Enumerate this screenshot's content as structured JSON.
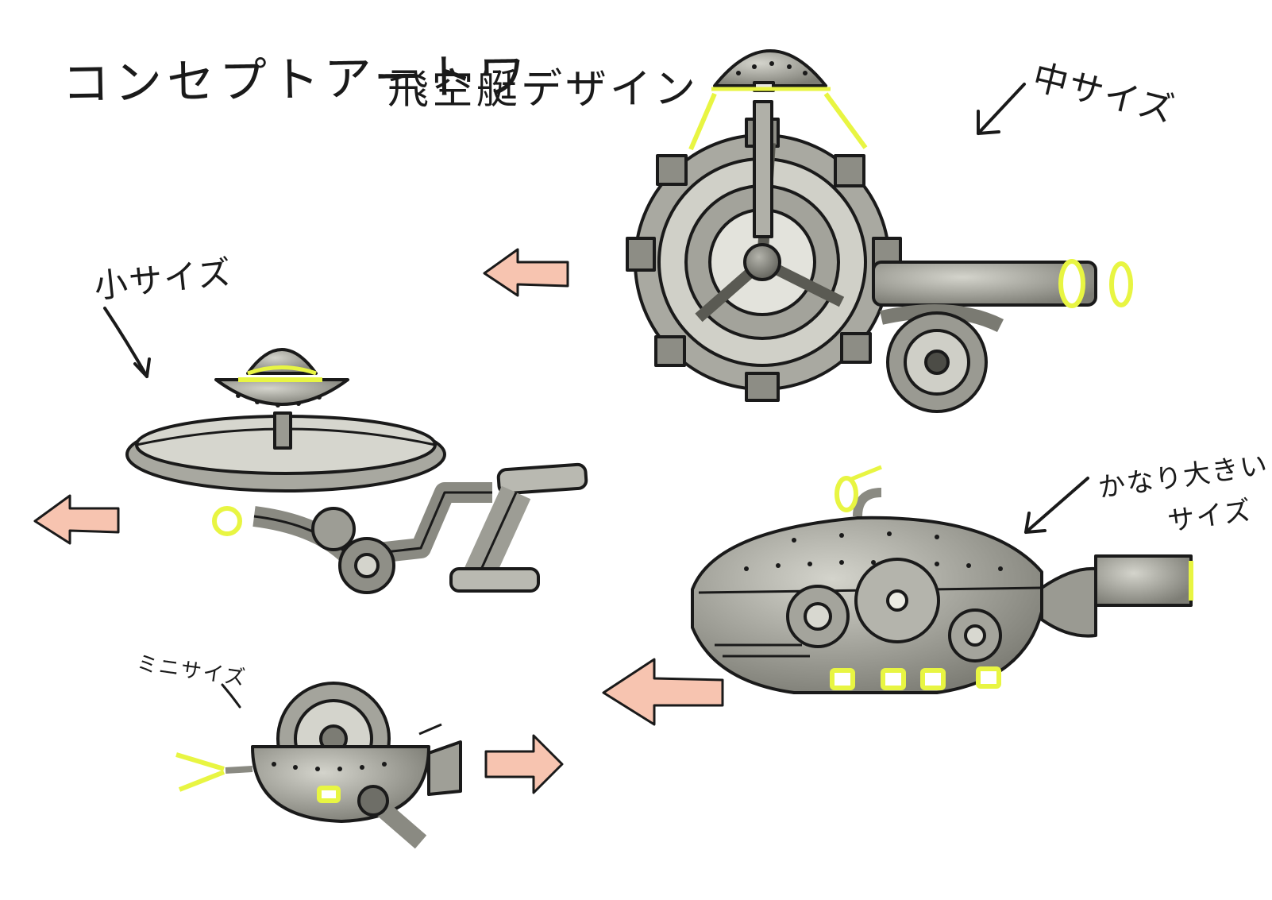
{
  "sheet": {
    "title_left": "コンセプトアートワ",
    "title_right": "飛空艇デザイン"
  },
  "labels": {
    "medium": "中サイズ",
    "small": "小サイズ",
    "large_line1": "かなり大きい",
    "large_line2": "サイズ",
    "mini": "ミニサイズ"
  },
  "icons": {
    "arrow_left": "arrow-left-icon",
    "arrow_right": "arrow-right-icon"
  },
  "colors": {
    "ink": "#1a1a1a",
    "metal_shade": "#8d8d85",
    "metal_light": "#c9c9c1",
    "glow_yellow": "#e8f542",
    "arrow_fill": "#f7c4b0"
  }
}
